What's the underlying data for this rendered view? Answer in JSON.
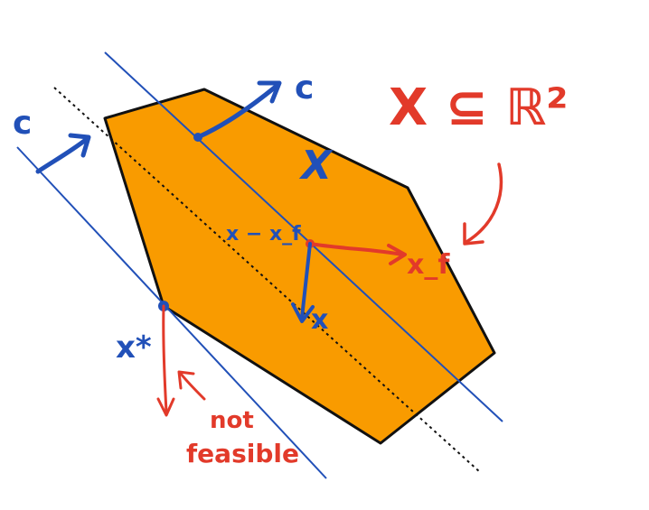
{
  "labels": {
    "c_top": "c",
    "c_left": "c",
    "set_x": "X",
    "set_def": "X ⊆ ℝ²",
    "direction": "x − x_f",
    "x": "x",
    "x_f": "x_f",
    "x_star": "x*",
    "not_feasible": [
      "not",
      "feasible"
    ]
  },
  "colors": {
    "polygon_fill": "#f99b00",
    "polygon_stroke": "#111111",
    "blue": "#2150b8",
    "red": "#e23a2a",
    "dashed": "#111111"
  }
}
